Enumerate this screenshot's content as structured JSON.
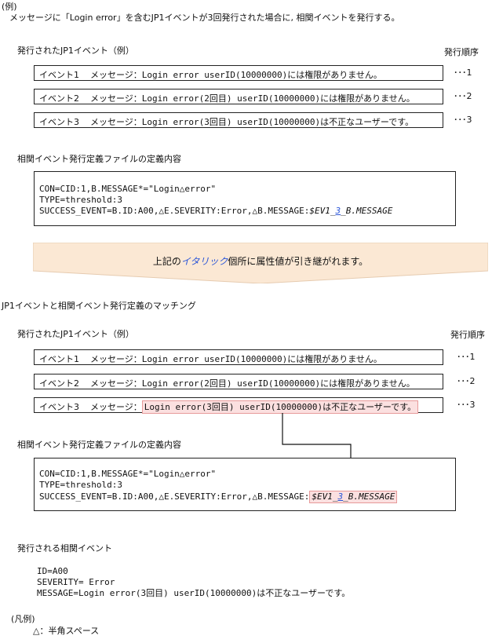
{
  "example_heading": "(例)",
  "description": "メッセージに「Login error」を含むJP1イベントが3回発行された場合に, 相関イベントを発行する。",
  "section1": {
    "events_heading": "発行されたJP1イベント（例）",
    "order_heading": "発行順序",
    "events": [
      {
        "label": "イベント1",
        "message_prefix": "メッセージ：",
        "message": "Login error userID(10000000)には権限がありません。",
        "order": "･･･1"
      },
      {
        "label": "イベント2",
        "message_prefix": "メッセージ：",
        "message": "Login error(2回目) userID(10000000)には権限がありません。",
        "order": "･･･2"
      },
      {
        "label": "イベント3",
        "message_prefix": "メッセージ：",
        "message": "Login error(3回目) userID(10000000)は不正なユーザーです。",
        "order": "･･･3"
      }
    ],
    "def_heading": "相関イベント発行定義ファイルの定義内容",
    "def_lines": [
      "CON=CID:1,B.MESSAGE*=\"Login△error\"",
      "TYPE=threshold:3"
    ],
    "success_prefix": "SUCCESS_EVENT=B.ID:A00,△E.SEVERITY:Error,△B.MESSAGE:",
    "var_part1": "$EV1_",
    "var_num": "3",
    "var_part2": "_B.MESSAGE"
  },
  "banner": {
    "text_before": "上記の",
    "text_italic": "イタリック",
    "text_after": "個所に属性値が引き継がれます。"
  },
  "matching_heading": "JP1イベントと相関イベント発行定義のマッチング",
  "section2": {
    "events_heading": "発行されたJP1イベント（例）",
    "order_heading": "発行順序",
    "events": [
      {
        "label": "イベント1",
        "message_prefix": "メッセージ：",
        "message": "Login error userID(10000000)には権限がありません。",
        "order": "･･･1"
      },
      {
        "label": "イベント2",
        "message_prefix": "メッセージ：",
        "message": "Login error(2回目) userID(10000000)には権限がありません。",
        "order": "･･･2"
      },
      {
        "label": "イベント3",
        "message_prefix": "メッセージ：",
        "message": "Login error(3回目) userID(10000000)は不正なユーザーです。",
        "order": "･･･3"
      }
    ],
    "def_heading": "相関イベント発行定義ファイルの定義内容",
    "def_lines": [
      "CON=CID:1,B.MESSAGE*=\"Login△error\"",
      "TYPE=threshold:3"
    ],
    "success_prefix": "SUCCESS_EVENT=B.ID:A00,△E.SEVERITY:Error,△B.MESSAGE:",
    "var_part1": "$EV1_",
    "var_num": "3",
    "var_part2": "_B.MESSAGE"
  },
  "result": {
    "heading": "発行される相関イベント",
    "lines": [
      "ID=A00",
      "SEVERITY= Error",
      "MESSAGE=Login error(3回目) userID(10000000)は不正なユーザーです。"
    ]
  },
  "legend": {
    "heading": "(凡例)",
    "item": "△：半角スペース"
  },
  "colors": {
    "highlight_fill": "#fbe0e0",
    "highlight_border": "#e79a9a",
    "banner_fill": "#fbe8d4",
    "italic_accent": "#2a55d8"
  }
}
